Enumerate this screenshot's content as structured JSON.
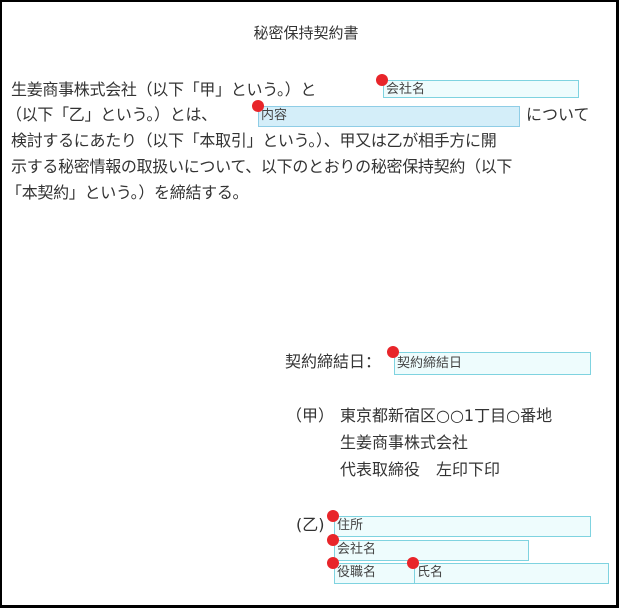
{
  "title": "秘密保持契約書",
  "body": {
    "line1_prefix": "生姜商事株式会社（以下「甲」という。）と",
    "line2_prefix": "（以下「乙」という。）とは、",
    "line2_suffix": "について",
    "line3": "検討するにあたり（以下「本取引」という。）、甲又は乙が相手方に開",
    "line4": "示する秘密情報の取扱いについて、以下のとおりの秘密保持契約（以下",
    "line5": "「本契約」という。）を締結する。"
  },
  "fields": {
    "party_b_company_inline": {
      "placeholder": "会社名",
      "value": ""
    },
    "content": {
      "placeholder": "内容",
      "value": ""
    },
    "contract_date": {
      "placeholder": "契約締結日",
      "value": ""
    },
    "party_b_address": {
      "placeholder": "住所",
      "value": ""
    },
    "party_b_company": {
      "placeholder": "会社名",
      "value": ""
    },
    "party_b_title": {
      "placeholder": "役職名",
      "value": ""
    },
    "party_b_name": {
      "placeholder": "氏名",
      "value": ""
    }
  },
  "signature": {
    "date_label": "契約締結日：",
    "party_a_label": "（甲）",
    "party_a_address": "東京都新宿区○○1丁目○番地",
    "party_a_company": "生姜商事株式会社",
    "party_a_representative": "代表取締役　左印下印",
    "party_b_label": "(乙)"
  },
  "colors": {
    "required_marker": "#e8252a",
    "field_border": "#7fd3e0",
    "field_fill": "#eefcfd",
    "active_field_fill": "#d4eef9"
  }
}
